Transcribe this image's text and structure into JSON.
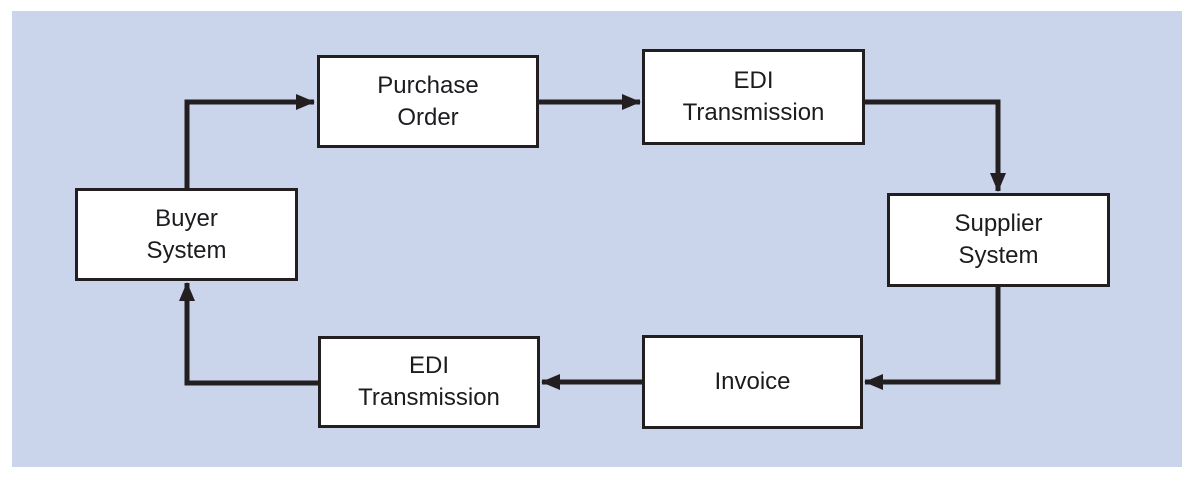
{
  "figure": {
    "description": "EDI purchase-order / invoice cycle flow diagram",
    "background_color": "#ffffff",
    "panel_color": "#cad5ec",
    "box_fill_color": "#ffffff",
    "box_border_color": "#231f20",
    "arrow_color": "#231f20",
    "text_color": "#1c1b1f"
  },
  "nodes": [
    {
      "id": "purchase-order",
      "lines": [
        "Purchase",
        "Order"
      ]
    },
    {
      "id": "edi-transmission-top",
      "lines": [
        "EDI",
        "Transmission"
      ]
    },
    {
      "id": "supplier-system",
      "lines": [
        "Supplier",
        "System"
      ]
    },
    {
      "id": "invoice",
      "lines": [
        "Invoice"
      ]
    },
    {
      "id": "edi-transmission-bottom",
      "lines": [
        "EDI",
        "Transmission"
      ]
    },
    {
      "id": "buyer-system",
      "lines": [
        "Buyer",
        "System"
      ]
    }
  ],
  "edges": [
    {
      "from": "buyer-system",
      "to": "purchase-order"
    },
    {
      "from": "purchase-order",
      "to": "edi-transmission-top"
    },
    {
      "from": "edi-transmission-top",
      "to": "supplier-system"
    },
    {
      "from": "supplier-system",
      "to": "invoice"
    },
    {
      "from": "invoice",
      "to": "edi-transmission-bottom"
    },
    {
      "from": "edi-transmission-bottom",
      "to": "buyer-system"
    }
  ]
}
